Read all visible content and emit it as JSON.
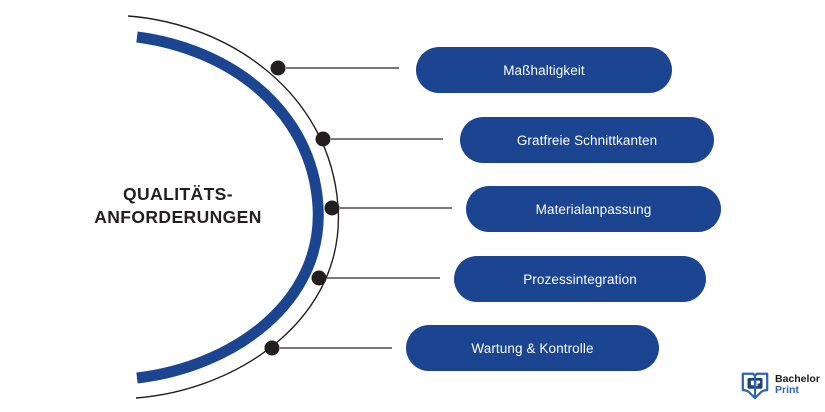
{
  "diagram": {
    "center_title": "QUALITÄTS-\nANFORDERUNGEN",
    "colors": {
      "pill_blue": "#1b4491",
      "arc_blue": "#1b4491",
      "arc_outline": "#231f20",
      "connector": "#4d4d4d",
      "dot": "#231f20",
      "title_text": "#231f20",
      "pill_text": "#ffffff"
    },
    "items": [
      {
        "label": "Maßhaltigkeit"
      },
      {
        "label": "Gratfreie Schnittkanten"
      },
      {
        "label": "Materialanpassung"
      },
      {
        "label": "Prozessintegration"
      },
      {
        "label": "Wartung & Kontrolle"
      }
    ]
  },
  "logo": {
    "line1": "Bachelor",
    "line2": "Print"
  }
}
